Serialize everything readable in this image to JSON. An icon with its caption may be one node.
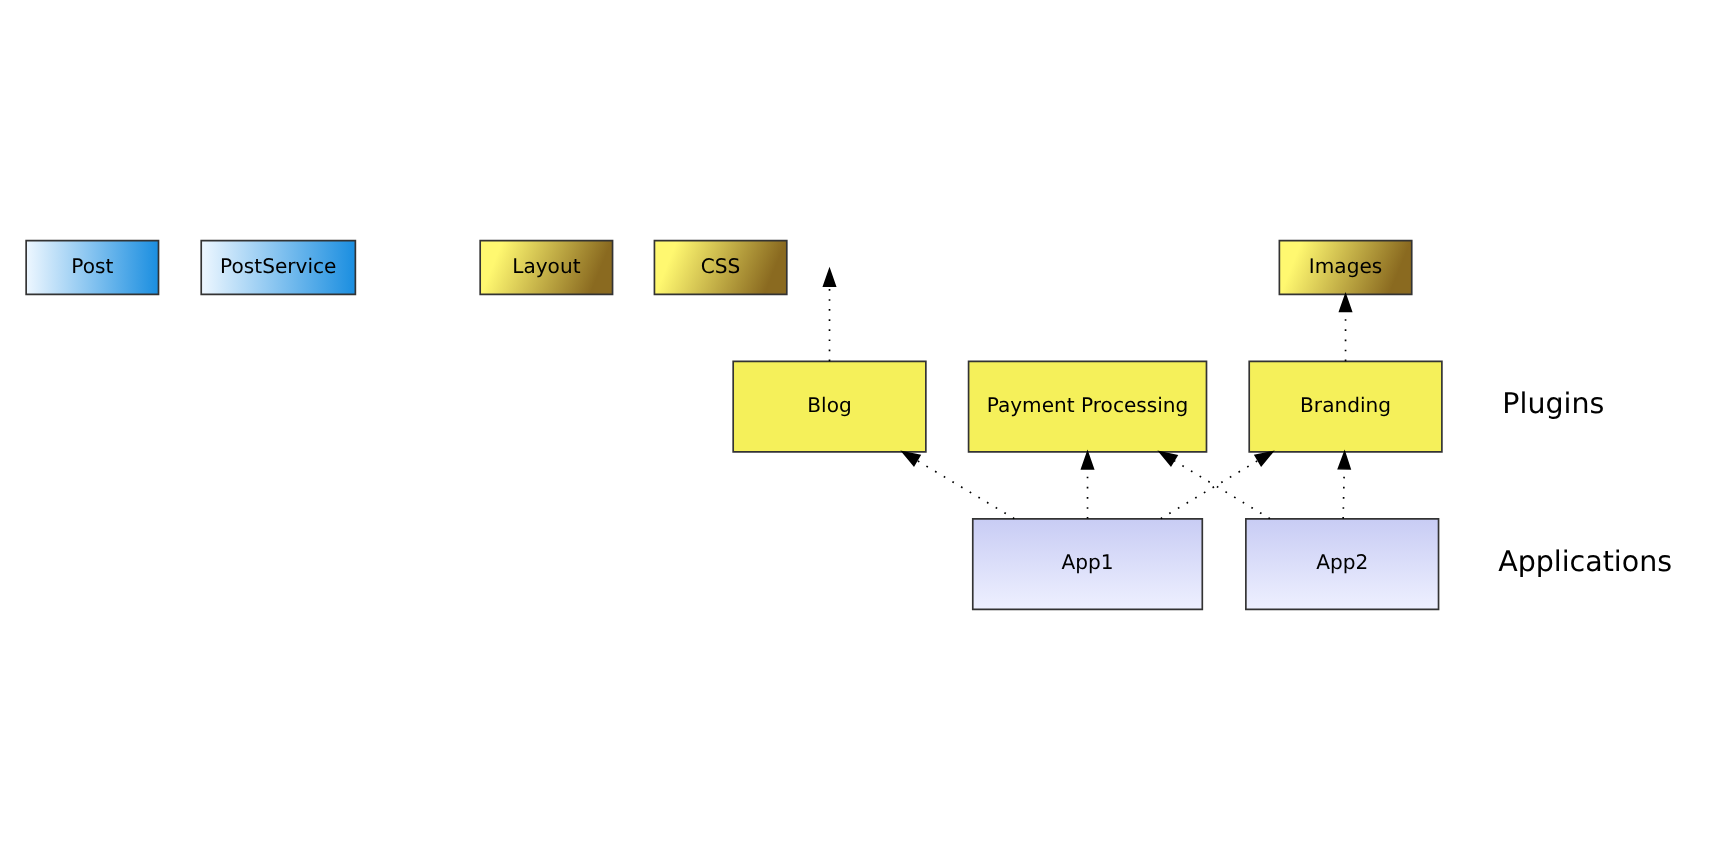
{
  "diagram": {
    "nodes": [
      {
        "text": [
          "Post"
        ]
      },
      {
        "text": [
          "PostService"
        ]
      },
      {
        "text": [
          "Layout"
        ]
      },
      {
        "text": [
          "CSS"
        ]
      },
      {
        "text": [
          "Images"
        ]
      },
      {
        "text": [
          "Blog"
        ]
      },
      {
        "text": [
          "Payment Processing"
        ]
      },
      {
        "text": [
          "Branding"
        ]
      },
      {
        "text": [
          "App1"
        ]
      },
      {
        "text": [
          "App2"
        ]
      }
    ],
    "edges": [
      {
        "from": 5,
        "to": null,
        "arrow": "to"
      },
      {
        "from": 7,
        "to": 4,
        "arrow": "to"
      },
      {
        "from": 8,
        "to": 5,
        "arrow": "to"
      },
      {
        "from": 8,
        "to": 6,
        "arrow": "to"
      },
      {
        "from": 8,
        "to": 7,
        "arrow": "to"
      },
      {
        "from": 9,
        "to": 6,
        "arrow": "to"
      },
      {
        "from": 9,
        "to": 7,
        "arrow": "to"
      }
    ],
    "labels": [
      "Plugins",
      "Applications"
    ]
  }
}
